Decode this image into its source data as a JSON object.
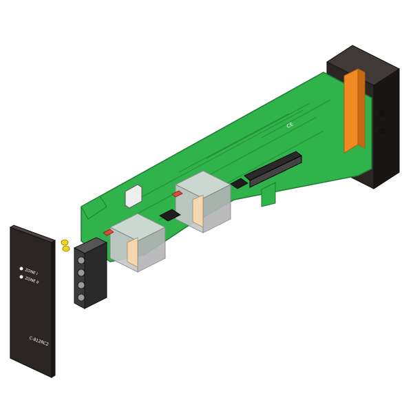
{
  "front_panel": {
    "zone_labels": [
      "ZONE I",
      "ZONE II"
    ],
    "model_label": "C-812RC2"
  },
  "board": {
    "ce_mark": "CE"
  },
  "colors": {
    "pcb": "#2fb34a",
    "pcb_edge": "#1f7a32",
    "panel": "#2b2624",
    "relay_body": "#c8c8cc",
    "relay_core": "#f2d7b0",
    "orange_connector": "#f08a24",
    "terminal_block": "#3a3a3a",
    "led": "#f3d21a",
    "jumper": "#e14b3b"
  }
}
